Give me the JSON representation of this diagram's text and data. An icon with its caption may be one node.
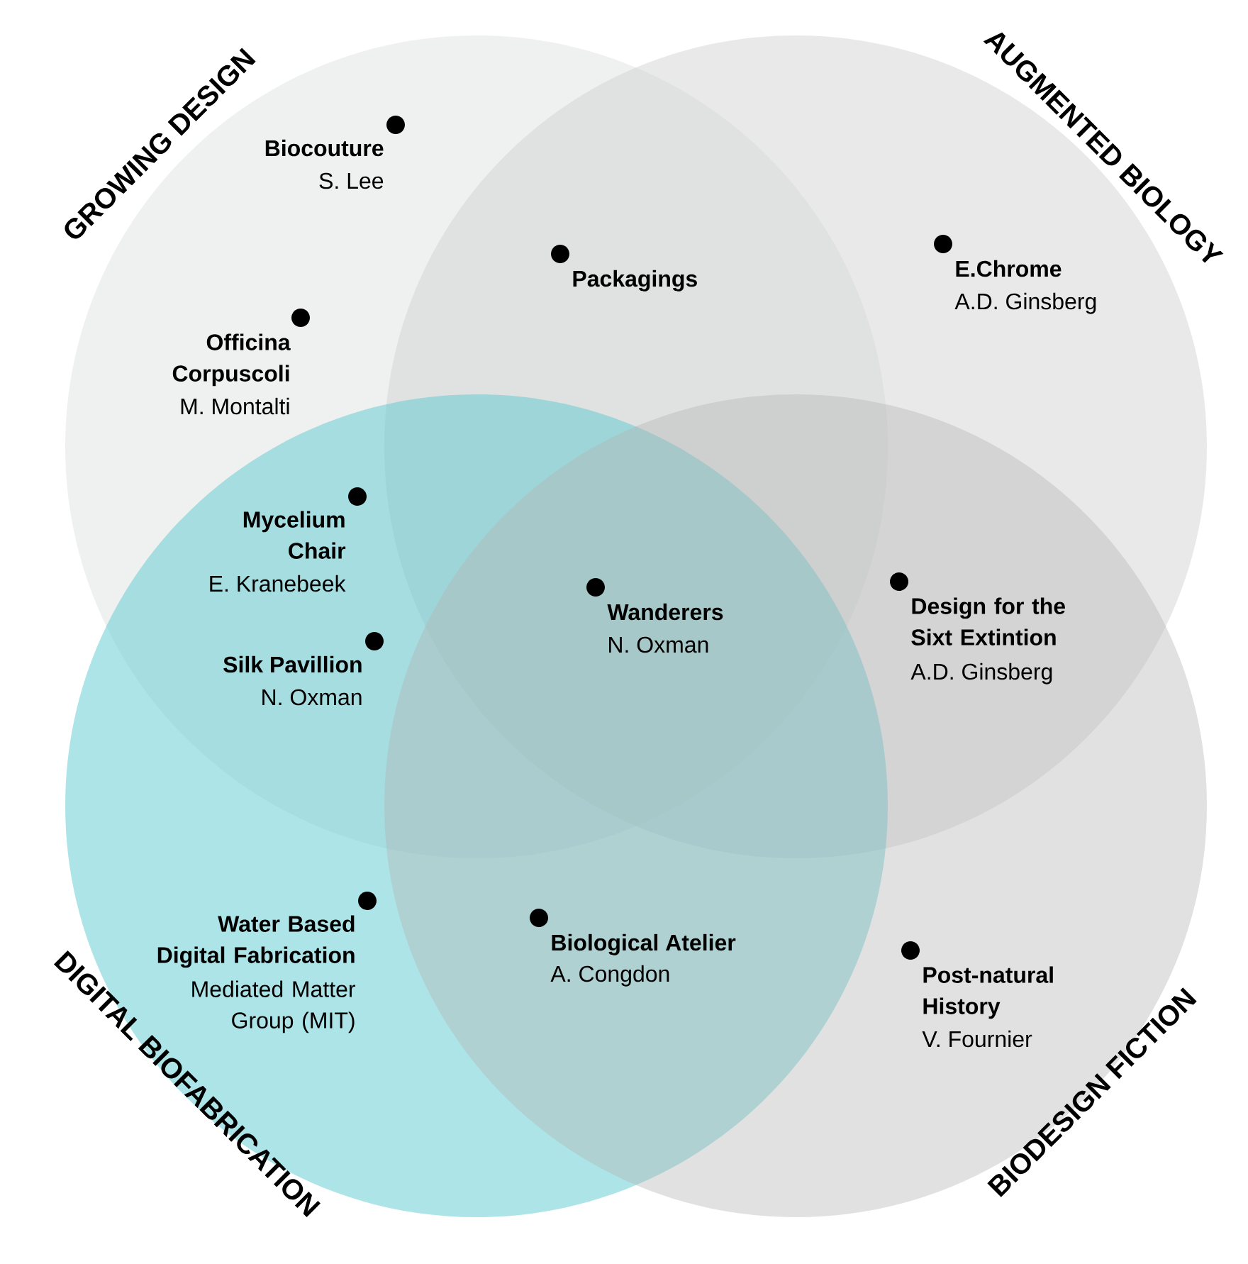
{
  "diagram": {
    "nodes": [
      {
        "text": [
          "GROWING DESIGN"
        ]
      },
      {
        "text": [
          "AUGMENTED BIOLOGY"
        ]
      },
      {
        "text": [
          "DIGITAL BIOFABRICATION"
        ]
      },
      {
        "text": [
          "BIODESIGN FICTION"
        ]
      }
    ],
    "labels": [
      "Biocouture",
      "S. Lee",
      "Packagings",
      "E.Chrome",
      "A.D. Ginsberg",
      "Officina Corpuscoli",
      "M. Montalti",
      "Mycelium Chair",
      "E. Kranebeek",
      "Wanderers",
      "N. Oxman",
      "Design for the Sixt Extintion",
      "A.D. Ginsberg",
      "Silk Pavillion",
      "N. Oxman",
      "Water Based Digital Fabrication",
      "Mediated Matter Group (MIT)",
      "Biological Atelier",
      "A. Congdon",
      "Post-natural History",
      "V. Fournier"
    ]
  }
}
